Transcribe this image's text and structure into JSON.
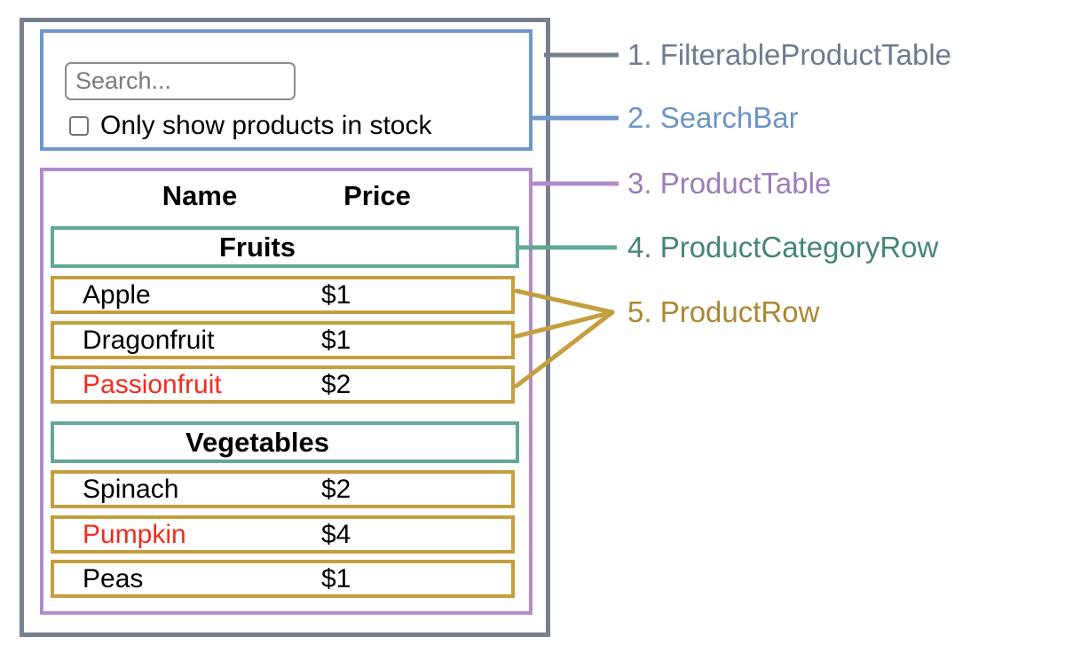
{
  "diagram": {
    "search_bar": {
      "input_placeholder": "Search...",
      "checkbox_checked": false,
      "checkbox_label": "Only show products in stock"
    },
    "table": {
      "headers": {
        "name": "Name",
        "price": "Price"
      },
      "rows": [
        {
          "type": "category",
          "label": "Fruits"
        },
        {
          "type": "product",
          "name": "Apple",
          "price": "$1",
          "in_stock": true
        },
        {
          "type": "product",
          "name": "Dragonfruit",
          "price": "$1",
          "in_stock": true
        },
        {
          "type": "product",
          "name": "Passionfruit",
          "price": "$2",
          "in_stock": false
        },
        {
          "type": "category",
          "label": "Vegetables"
        },
        {
          "type": "product",
          "name": "Spinach",
          "price": "$2",
          "in_stock": true
        },
        {
          "type": "product",
          "name": "Pumpkin",
          "price": "$4",
          "in_stock": false
        },
        {
          "type": "product",
          "name": "Peas",
          "price": "$1",
          "in_stock": true
        }
      ]
    },
    "legend": [
      {
        "text": "1. FilterableProductTable",
        "color": "#6e7b8e"
      },
      {
        "text": "2. SearchBar",
        "color": "#6c94c4"
      },
      {
        "text": "3. ProductTable",
        "color": "#9d7cba"
      },
      {
        "text": "4. ProductCategoryRow",
        "color": "#448578"
      },
      {
        "text": "5. ProductRow",
        "color": "#a9882f"
      }
    ],
    "colors": {
      "filterable_product_table_border": "#76808f",
      "search_bar_border": "#7097cb",
      "product_table_border": "#b28bcb",
      "product_category_row_border": "#62a897",
      "product_row_border": "#c49f3e",
      "out_of_stock_text": "#f22c1e"
    }
  }
}
